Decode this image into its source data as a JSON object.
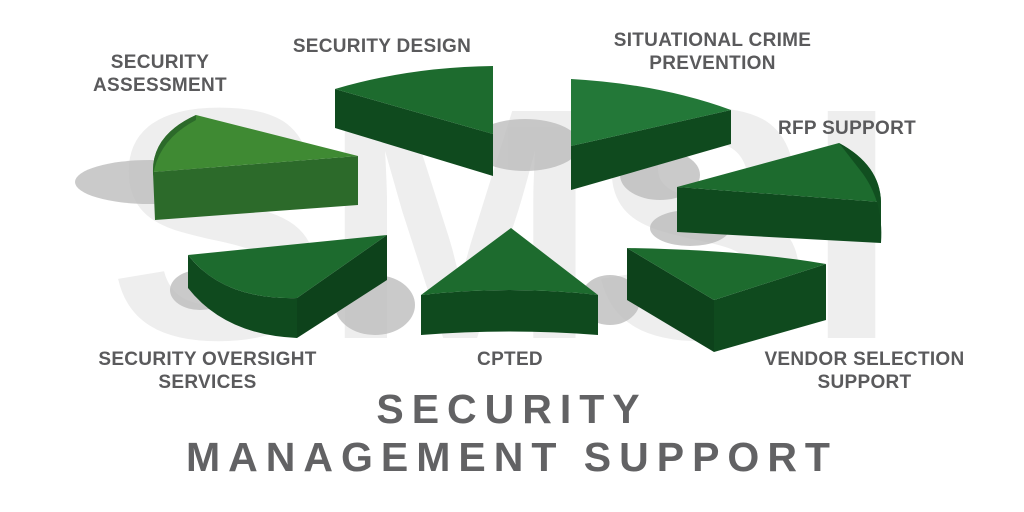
{
  "watermark": {
    "text": "SMSI",
    "color": "#eeeeee"
  },
  "colors": {
    "label_text": "#5a5a5c",
    "title_text": "#626264",
    "shadow": "#bcbcbc",
    "green_light_top": "#3f8a33",
    "green_light_side": "#2c6a2a",
    "green_top": "#1d6b2e",
    "green_side": "#0f4a1e"
  },
  "segments": [
    {
      "id": "security-assessment",
      "lines": [
        "SECURITY",
        "ASSESSMENT"
      ]
    },
    {
      "id": "security-design",
      "lines": [
        "SECURITY DESIGN"
      ]
    },
    {
      "id": "situational-crime-prevention",
      "lines": [
        "SITUATIONAL CRIME",
        "PREVENTION"
      ]
    },
    {
      "id": "rfp-support",
      "lines": [
        "RFP SUPPORT"
      ]
    },
    {
      "id": "vendor-selection-support",
      "lines": [
        "VENDOR SELECTION",
        "SUPPORT"
      ]
    },
    {
      "id": "cpted",
      "lines": [
        "CPTED"
      ]
    },
    {
      "id": "security-oversight-services",
      "lines": [
        "SECURITY OVERSIGHT",
        "SERVICES"
      ]
    }
  ],
  "title": {
    "line1": "SECURITY",
    "line2": "MANAGEMENT SUPPORT"
  }
}
